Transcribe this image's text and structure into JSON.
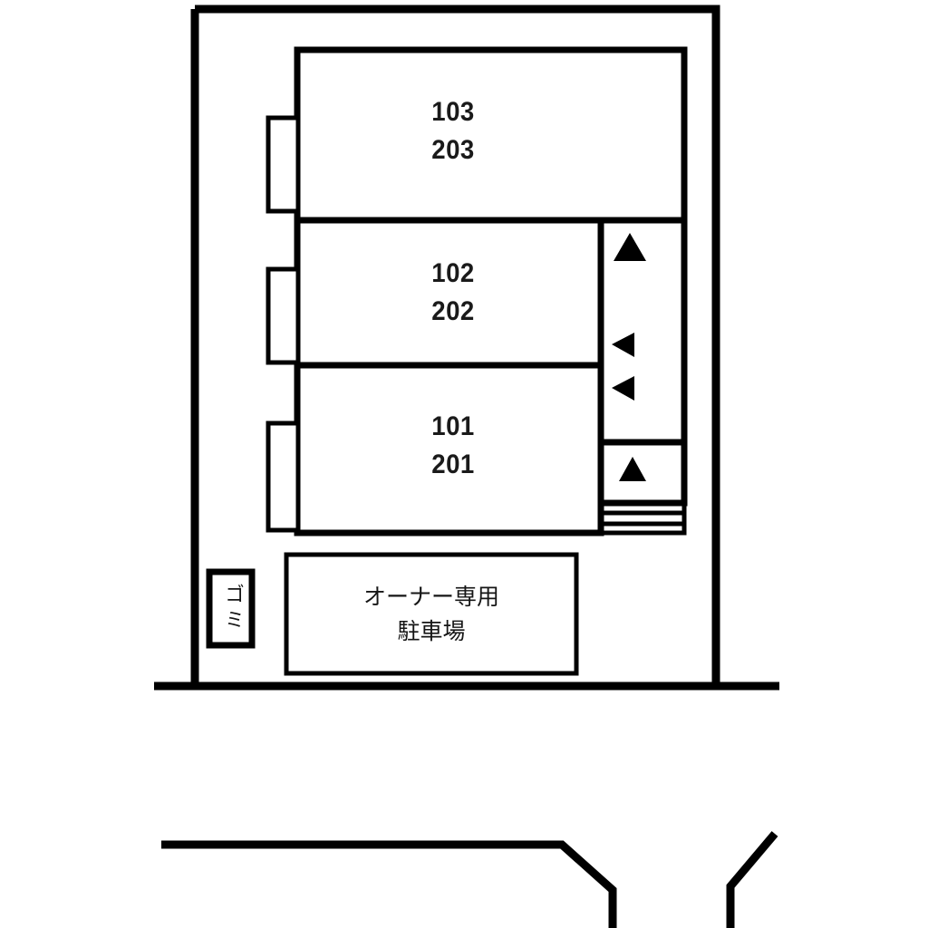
{
  "diagram": {
    "type": "property-site-plan",
    "title": "",
    "stroke_color": "#000000",
    "background_color": "#ffffff",
    "text_color": "#151515"
  },
  "building": {
    "units": [
      {
        "id": "unit-103-203",
        "floor1": "103",
        "floor2": "203"
      },
      {
        "id": "unit-102-202",
        "floor1": "102",
        "floor2": "202"
      },
      {
        "id": "unit-101-201",
        "floor1": "101",
        "floor2": "201"
      }
    ]
  },
  "facilities": {
    "trash_area": {
      "label": "ゴミ"
    },
    "parking": {
      "line1": "オーナー専用",
      "line2": "駐車場"
    }
  },
  "markers": {
    "corridor_arrow_up": "▲",
    "entry_arrow_left_upper": "◀",
    "entry_arrow_left_lower": "◀",
    "stair_arrow_up": "▲"
  }
}
